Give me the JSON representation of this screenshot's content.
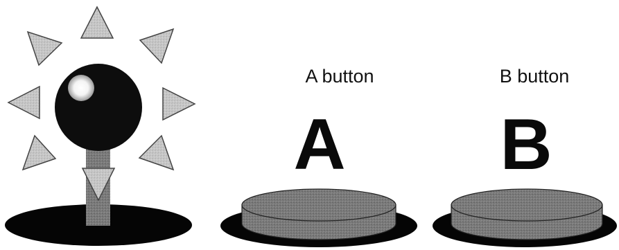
{
  "labels": {
    "a_caption": "A button",
    "b_caption": "B button",
    "a_letter": "A",
    "b_letter": "B"
  },
  "joystick": {
    "directions": [
      "up",
      "up-right",
      "right",
      "down-right",
      "down",
      "down-left",
      "left",
      "up-left"
    ]
  },
  "colors": {
    "arrow_fill": "#c8c8c8",
    "button_fill": "#7a7a7a",
    "base": "#050505",
    "ball": "#0d0d0d",
    "stick": "#7d7d7d"
  }
}
